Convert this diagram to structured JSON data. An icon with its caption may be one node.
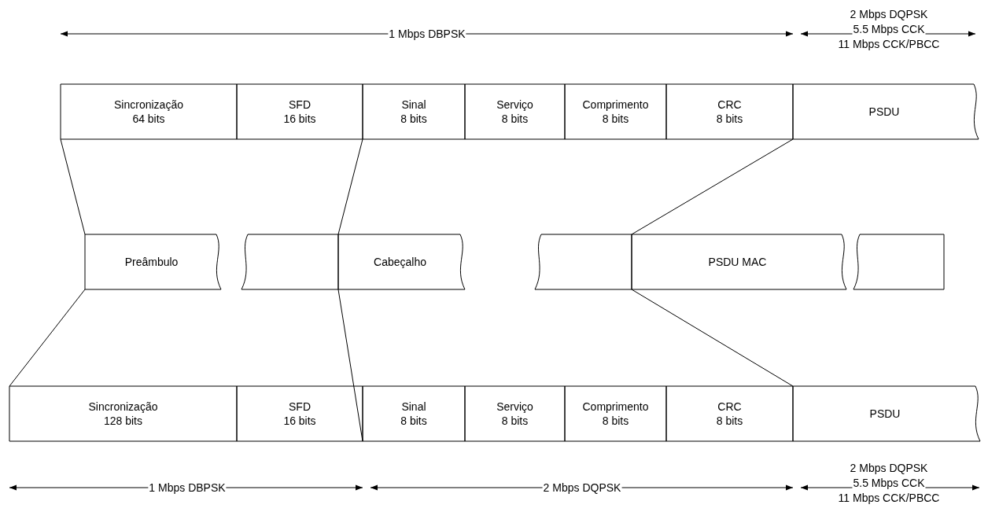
{
  "diagram": {
    "nodes": [
      {
        "text": [
          "Sincronização",
          "64 bits"
        ]
      },
      {
        "text": [
          "SFD",
          "16 bits"
        ]
      },
      {
        "text": [
          "Sinal",
          "8 bits"
        ]
      },
      {
        "text": [
          "Serviço",
          "8 bits"
        ]
      },
      {
        "text": [
          "Comprimento",
          "8 bits"
        ]
      },
      {
        "text": [
          "CRC",
          "8 bits"
        ]
      },
      {
        "text": [
          "PSDU"
        ]
      },
      {
        "text": [
          "Preâmbulo"
        ]
      },
      {
        "text": [],
        "shape": "box"
      },
      {
        "text": [
          "Cabeçalho"
        ]
      },
      {
        "text": [],
        "shape": "box"
      },
      {
        "text": [
          "PSDU MAC"
        ]
      },
      {
        "text": [],
        "shape": "box"
      },
      {
        "text": [
          "Sincronização",
          "128 bits"
        ]
      },
      {
        "text": [
          "SFD",
          "16 bits"
        ]
      },
      {
        "text": [
          "Sinal",
          "8 bits"
        ]
      },
      {
        "text": [
          "Serviço",
          "8 bits"
        ]
      },
      {
        "text": [
          "Comprimento",
          "8 bits"
        ]
      },
      {
        "text": [
          "CRC",
          "8 bits"
        ]
      },
      {
        "text": [
          "PSDU"
        ]
      }
    ],
    "edges": [
      {
        "from": 0,
        "to": 7,
        "arrow": "none"
      },
      {
        "from": 1,
        "to": 8,
        "arrow": "none"
      },
      {
        "from": 6,
        "to": 11,
        "arrow": "none"
      },
      {
        "from": 7,
        "to": 13,
        "arrow": "none"
      },
      {
        "from": 8,
        "to": 14,
        "arrow": "none"
      },
      {
        "from": 11,
        "to": 19,
        "arrow": "none"
      }
    ],
    "labels": [
      "2 Mbps DQPSK",
      "1 Mbps DBPSK",
      "5.5 Mbps CCK",
      "11 Mbps CCK/PBCC",
      "2 Mbps DQPSK",
      "1 Mbps DBPSK",
      "2 Mbps DQPSK",
      "5.5 Mbps CCK",
      "11 Mbps CCK/PBCC"
    ]
  }
}
